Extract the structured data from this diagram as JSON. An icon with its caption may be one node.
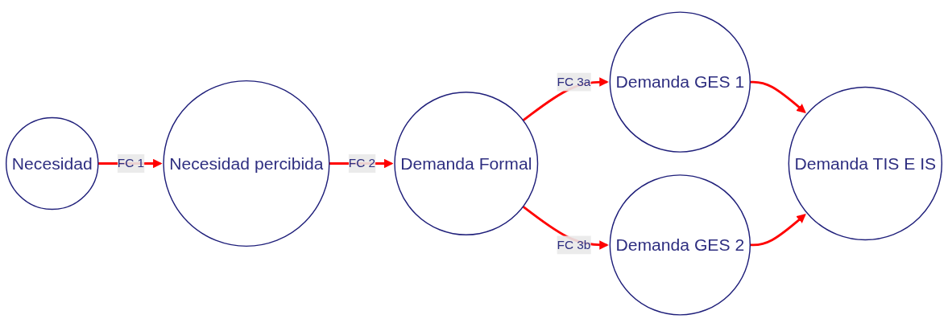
{
  "diagram": {
    "nodes": [
      {
        "text": [
          "Necesidad"
        ]
      },
      {
        "text": [
          "Necesidad percibida"
        ]
      },
      {
        "text": [
          "Demanda Formal"
        ]
      },
      {
        "text": [
          "Demanda GES 1"
        ]
      },
      {
        "text": [
          "Demanda TIS E IS"
        ]
      },
      {
        "text": [
          "Demanda GES 2"
        ]
      }
    ],
    "edges": [
      {
        "from": 0,
        "to": 1,
        "arrow": "to",
        "label": "FC 1",
        "color": "#ff0000"
      },
      {
        "from": 1,
        "to": 2,
        "arrow": "to",
        "label": "FC 2",
        "color": "#ff0000"
      },
      {
        "from": 2,
        "to": 3,
        "arrow": "to",
        "label": "FC 3a",
        "color": "#ff0000"
      },
      {
        "from": 2,
        "to": 5,
        "arrow": "to",
        "label": "FC 3b",
        "color": "#ff0000"
      },
      {
        "from": 3,
        "to": 4,
        "arrow": "to",
        "color": "#ff0000"
      },
      {
        "from": 5,
        "to": 4,
        "arrow": "to",
        "color": "#ff0000"
      }
    ]
  }
}
